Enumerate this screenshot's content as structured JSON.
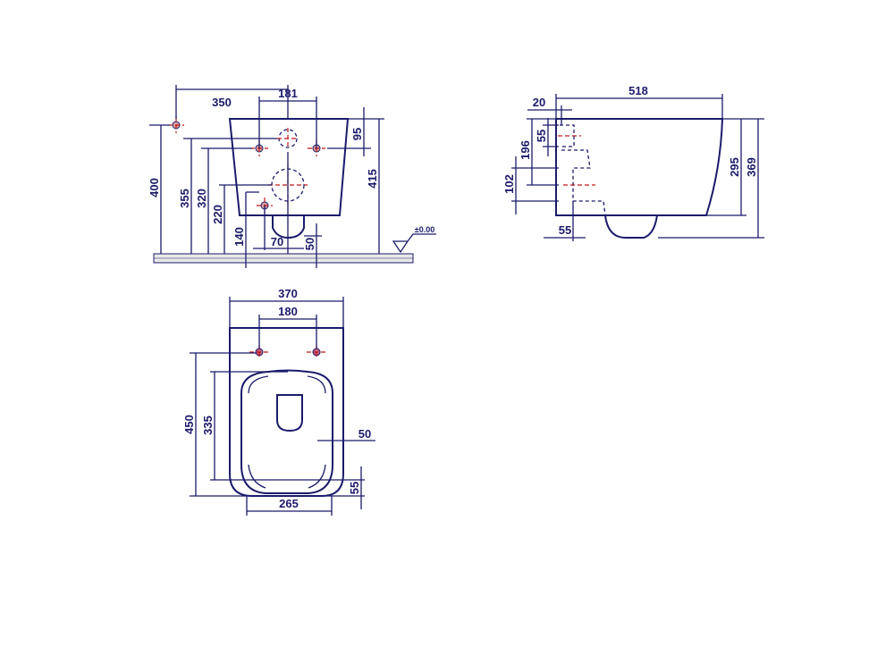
{
  "front_view": {
    "dims": {
      "d350": "350",
      "d181": "181",
      "d95": "95",
      "d415": "415",
      "d400": "400",
      "d355": "355",
      "d320": "320",
      "d220": "220",
      "d140": "140",
      "d70": "70",
      "d50": "50"
    },
    "floor_level": "±0.00"
  },
  "side_view": {
    "dims": {
      "d518": "518",
      "d20": "20",
      "d55a": "55",
      "d196": "196",
      "d102": "102",
      "d295": "295",
      "d369": "369",
      "d55b": "55"
    }
  },
  "top_view": {
    "dims": {
      "d370": "370",
      "d180": "180",
      "d450": "450",
      "d335": "335",
      "d50": "50",
      "d55": "55",
      "d265": "265"
    }
  },
  "colors": {
    "line": "#1b1b6b",
    "centerline": "#c01818"
  }
}
